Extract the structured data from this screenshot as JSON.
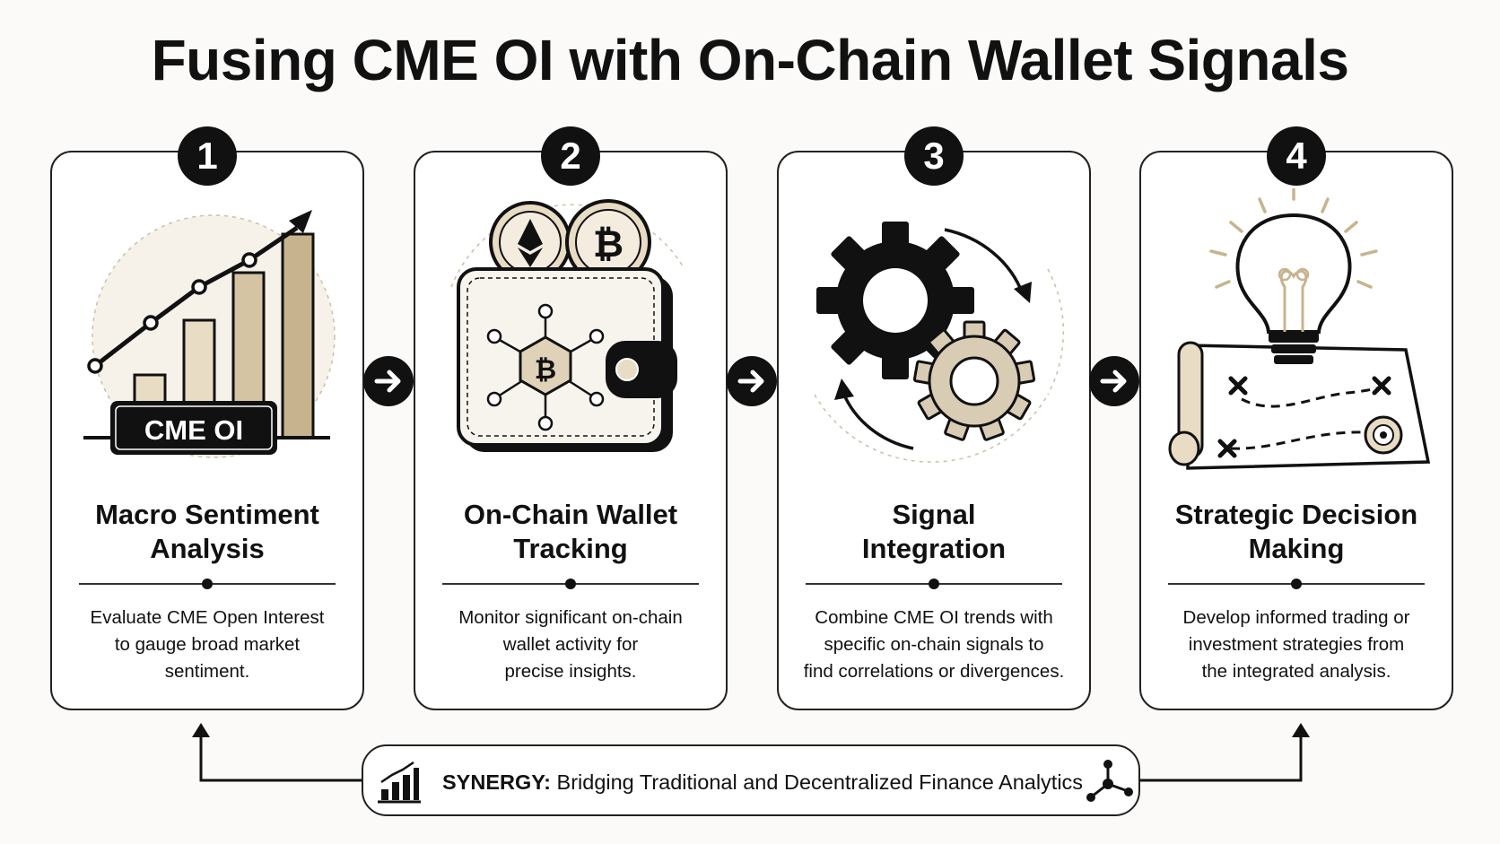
{
  "title": "Fusing CME OI with On-Chain Wallet Signals",
  "steps": [
    {
      "number": "1",
      "title_line1": "Macro Sentiment",
      "title_line2": "Analysis",
      "desc_line1": "Evaluate CME Open Interest",
      "desc_line2": "to gauge broad market",
      "desc_line3": "sentiment.",
      "illustration": "rising-bar-chart-icon",
      "label": "CME OI"
    },
    {
      "number": "2",
      "title_line1": "On-Chain Wallet",
      "title_line2": "Tracking",
      "desc_line1": "Monitor significant on-chain",
      "desc_line2": "wallet activity for",
      "desc_line3": "precise insights.",
      "illustration": "crypto-wallet-icon"
    },
    {
      "number": "3",
      "title_line1": "Signal",
      "title_line2": "Integration",
      "desc_line1": "Combine CME OI trends with",
      "desc_line2": "specific on-chain signals to",
      "desc_line3": "find correlations or divergences.",
      "illustration": "gears-icon"
    },
    {
      "number": "4",
      "title_line1": "Strategic Decision",
      "title_line2": "Making",
      "desc_line1": "Develop informed trading or",
      "desc_line2": "investment strategies from",
      "desc_line3": "the integrated analysis.",
      "illustration": "lightbulb-map-icon"
    }
  ],
  "synergy": {
    "label": "SYNERGY:",
    "text": " Bridging Traditional and Decentralized Finance Analytics"
  },
  "colors": {
    "ink": "#111111",
    "tan": "#d9ccb4",
    "tan_light": "#ece3d2",
    "background": "#fbfaf8"
  }
}
